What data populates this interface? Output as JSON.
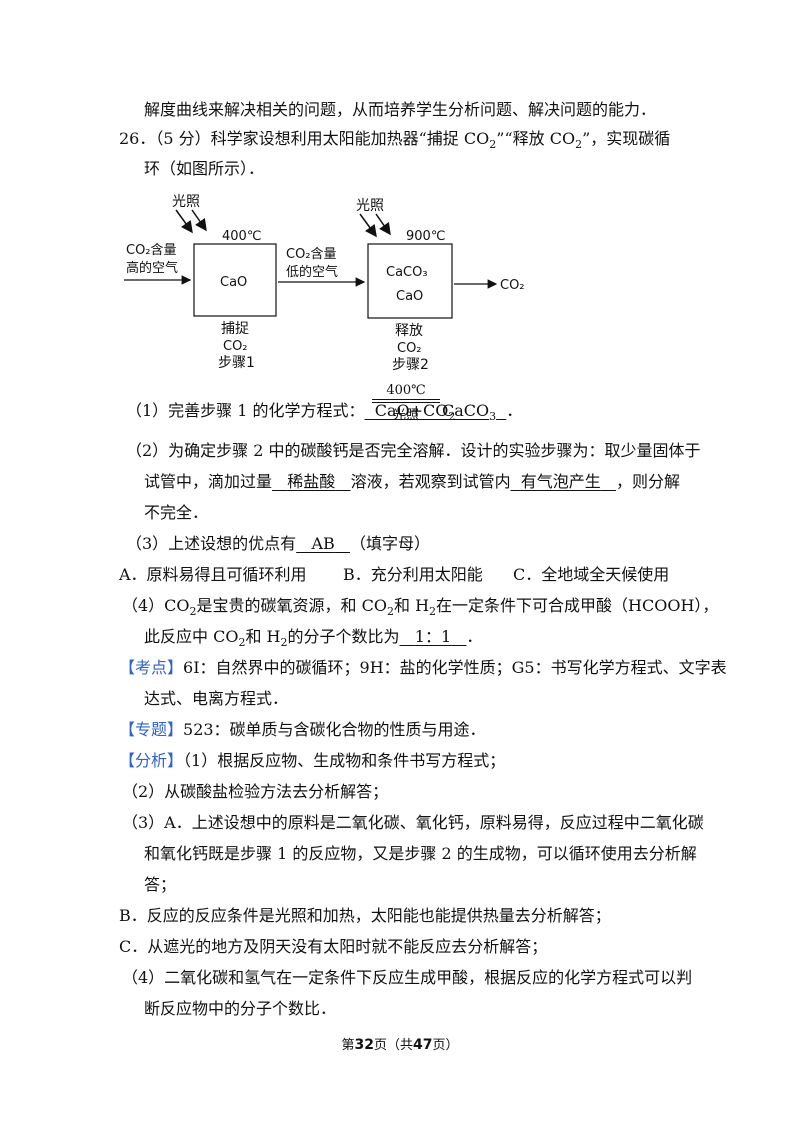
{
  "line_top": "解度曲线来解决相关的问题，从而培养学生分析问题、解决问题的能力．",
  "q26": {
    "head_a": "26．（5 分）科学家设想利用太阳能加热器“捕捉 CO",
    "head_b": "”“释放 CO",
    "head_c": "”，实现碳循",
    "head_line2": "环（如图所示）．",
    "sub2": "2"
  },
  "diagram": {
    "light1": "光照",
    "temp1": "400℃",
    "in_line1": "CO₂含量",
    "in_line2": "高的空气",
    "box1": "CaO",
    "mid_line1": "CO₂含量",
    "mid_line2": "低的空气",
    "light2": "光照",
    "temp2": "900℃",
    "box2_line1": "CaCO₃",
    "box2_line2": "CaO",
    "out": "CO₂",
    "step1_a": "捕捉",
    "step1_b": "CO₂",
    "step1_c": "步骤1",
    "step2_a": "释放",
    "step2_b": "CO₂",
    "step2_c": "步骤2"
  },
  "p1": {
    "lead": "（1）完善步骤 1 的化学方程式：",
    "ans_left": "CaO+CO",
    "cond_top": "400℃",
    "cond_bottom": "光照",
    "ans_right": "CaCO",
    "sub3": "3",
    "end": "．"
  },
  "p2": {
    "l1": "（2）为确定步骤 2 中的碳酸钙是否完全溶解．设计的实验步骤为：取少量固体于",
    "l2_a": "试管中，滴加过量",
    "ans1": "稀盐酸",
    "l2_b": "溶液，若观察到试管内",
    "ans2": "有气泡产生",
    "l2_c": "，则分解",
    "l3": "不完全．"
  },
  "p3": {
    "lead": "（3）上述设想的优点有",
    "ans": "AB",
    "tail": "（填字母）",
    "optA": "A．原料易得且可循环利用",
    "optB": "B．充分利用太阳能",
    "optC": "C．全地域全天候使用"
  },
  "p4": {
    "l1_a": "（4）CO",
    "l1_b": "是宝贵的碳氧资源，和 CO",
    "l1_c": "和 H",
    "l1_d": "在一定条件下可合成甲酸（HCOOH），",
    "l2_a": "此反应中 CO",
    "l2_b": "和 H",
    "l2_c": "的分子个数比为",
    "ans": "1：1",
    "end": "．"
  },
  "kaodian": {
    "tag": "【考点】",
    "l1": "6I：自然界中的碳循环；9H：盐的化学性质；G5：书写化学方程式、文字表",
    "l2": "达式、电离方程式．"
  },
  "zhuanti": {
    "tag": "【专题】",
    "text": "523：碳单质与含碳化合物的性质与用途．"
  },
  "fenxi": {
    "tag": "【分析】",
    "l1": "（1）根据反应物、生成物和条件书写方程式；",
    "l2": "（2）从碳酸盐检验方法去分析解答；",
    "l3": "（3）A．上述设想中的原料是二氧化碳、氧化钙，原料易得，反应过程中二氧化碳",
    "l4": "和氧化钙既是步骤 1 的反应物，又是步骤 2 的生成物，可以循环使用去分析解",
    "l5": "答；",
    "l6": "B．反应的反应条件是光照和加热，太阳能也能提供热量去分析解答；",
    "l7": "C．从遮光的地方及阴天没有太阳时就不能反应去分析解答；",
    "l8": "（4）二氧化碳和氢气在一定条件下反应生成甲酸，根据反应的化学方程式可以判",
    "l9": "断反应物中的分子个数比．"
  },
  "footer": {
    "a": "第",
    "page": "32",
    "b": "页（共",
    "total": "47",
    "c": "页）"
  }
}
